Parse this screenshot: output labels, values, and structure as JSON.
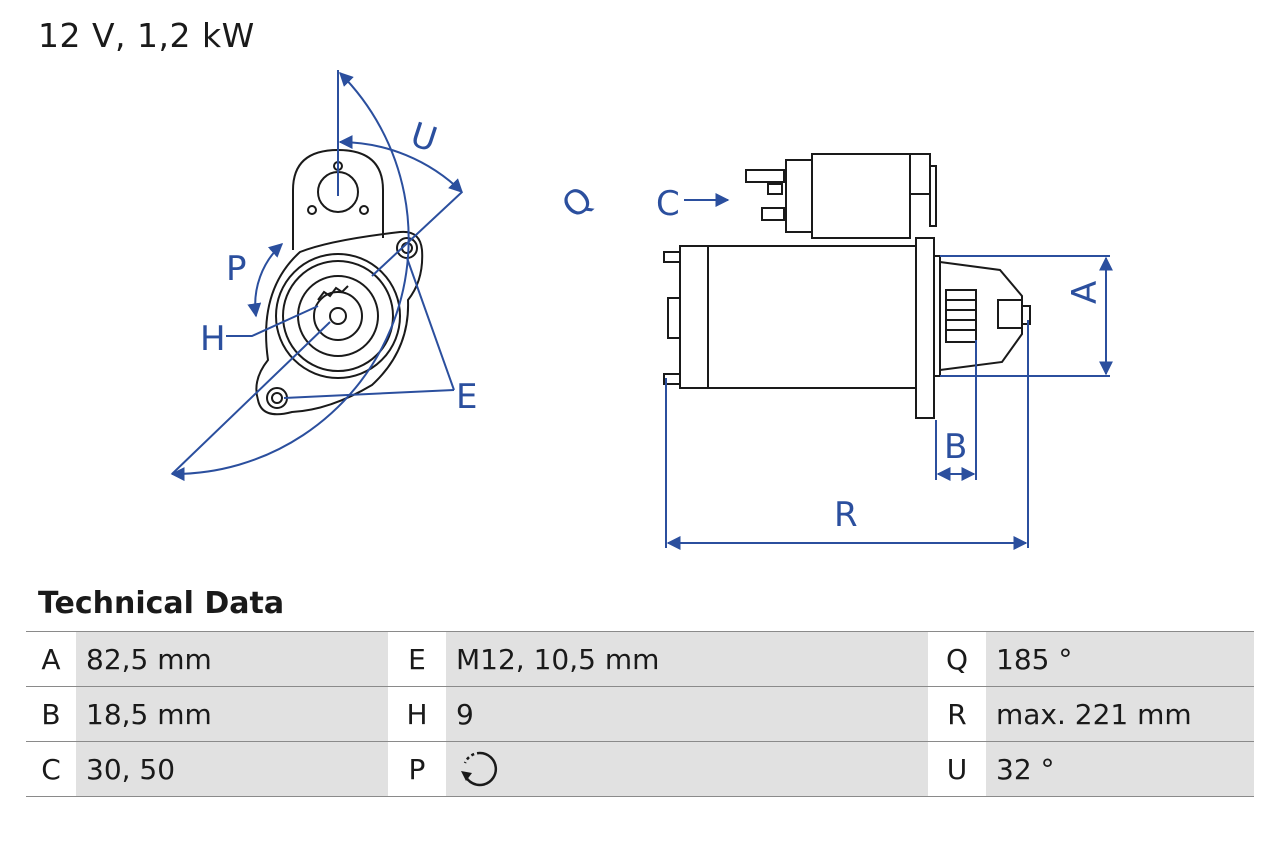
{
  "header": {
    "title": "12 V, 1,2 kW"
  },
  "diagram": {
    "labels": {
      "U": "U",
      "Q": "Q",
      "P": "P",
      "H": "H",
      "E": "E",
      "C": "C",
      "A": "A",
      "B": "B",
      "R": "R"
    },
    "colors": {
      "outline": "#1a1a1a",
      "dimension": "#2b4f9e",
      "table_value_bg": "#e1e1e1"
    }
  },
  "technical_data": {
    "title": "Technical Data",
    "rows": [
      [
        {
          "key": "A",
          "value": "82,5 mm"
        },
        {
          "key": "E",
          "value": "M12, 10,5 mm"
        },
        {
          "key": "Q",
          "value": "185 °"
        }
      ],
      [
        {
          "key": "B",
          "value": "18,5 mm"
        },
        {
          "key": "H",
          "value": "9"
        },
        {
          "key": "R",
          "value": "max. 221 mm"
        }
      ],
      [
        {
          "key": "C",
          "value": "30, 50"
        },
        {
          "key": "P",
          "value": "",
          "icon": "rotation-direction-icon"
        },
        {
          "key": "U",
          "value": "32 °"
        }
      ]
    ]
  }
}
